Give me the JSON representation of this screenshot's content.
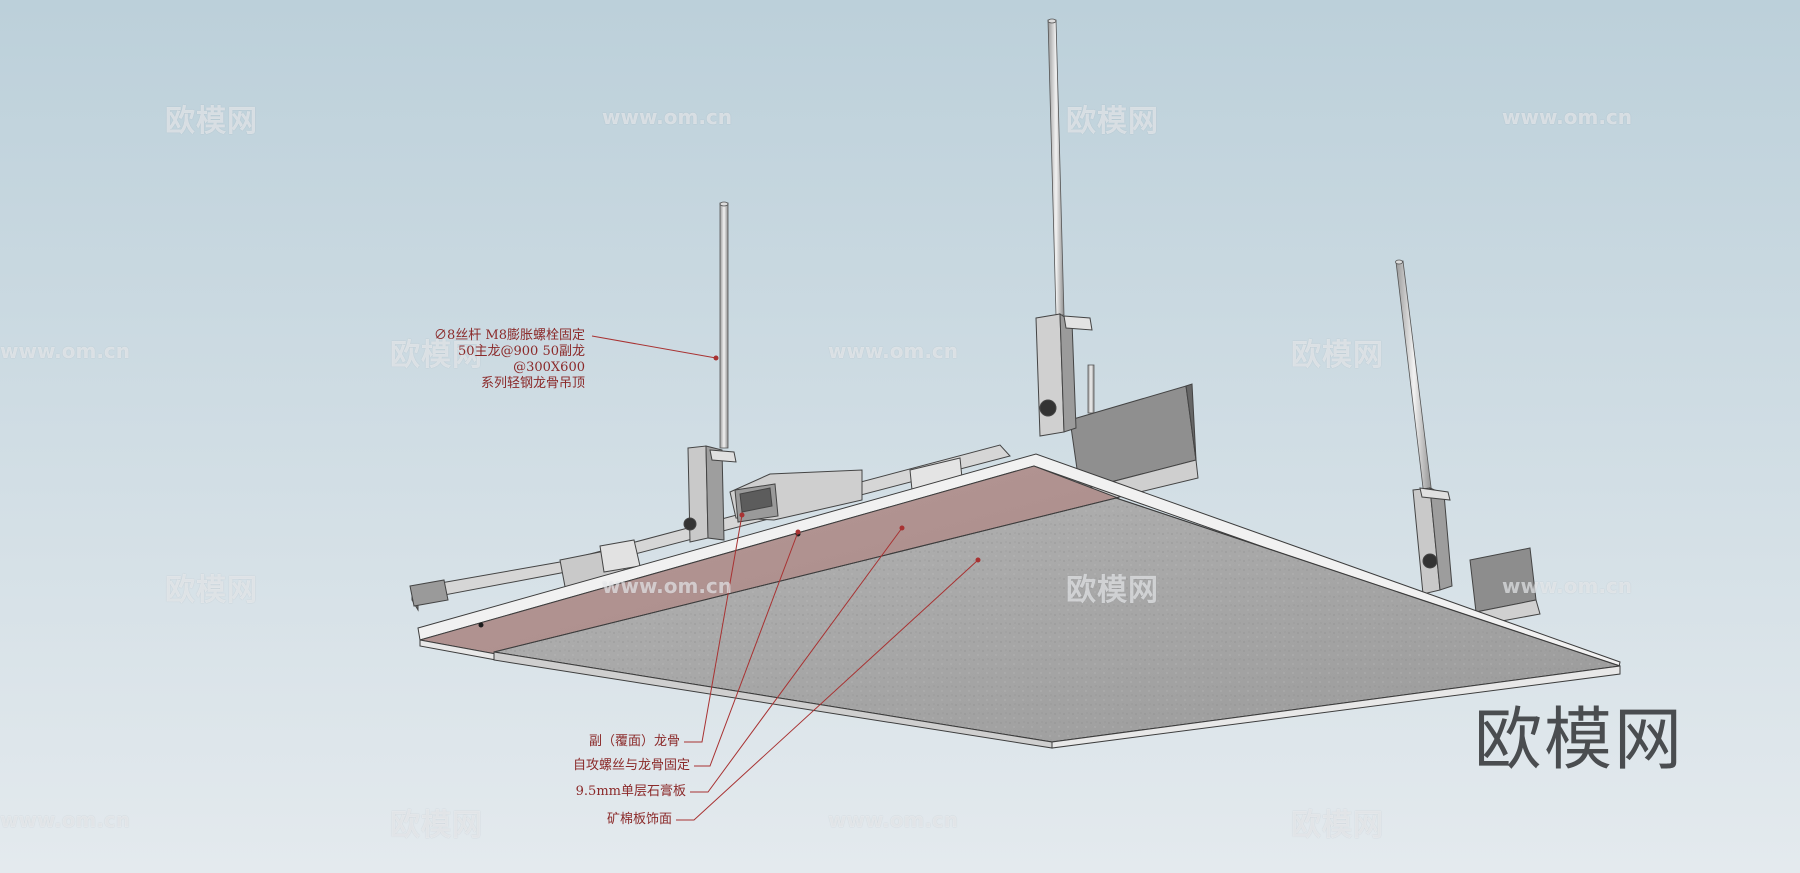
{
  "callouts": {
    "top_block": [
      "∅8丝杆 M8膨胀螺栓固定",
      "50主龙@900  50副龙",
      "@300X600",
      "系列轻钢龙骨吊顶"
    ],
    "bottom": [
      "副（覆面）龙骨",
      "自攻螺丝与龙骨固定",
      "9.5mm单层石膏板",
      "矿棉板饰面"
    ]
  },
  "watermarks": {
    "brand": "欧模网",
    "url": "www.om.cn"
  },
  "colors": {
    "sky_top": "#bcd0da",
    "sky_bottom": "#e4eaee",
    "annotation": "#8b2a2a",
    "leader": "#a83232"
  }
}
